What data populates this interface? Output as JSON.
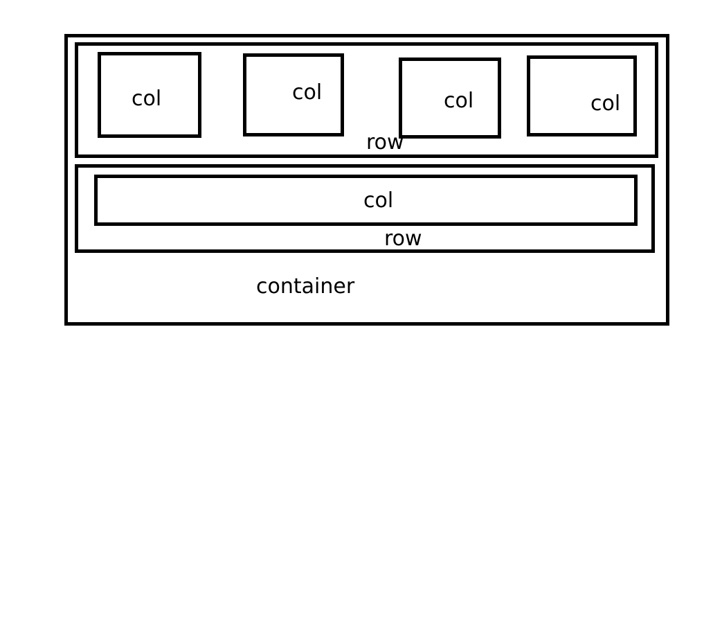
{
  "diagram": {
    "container": {
      "label": "container"
    },
    "rows": [
      {
        "label": "row",
        "cols": [
          {
            "label": "col"
          },
          {
            "label": "col"
          },
          {
            "label": "col"
          },
          {
            "label": "col"
          }
        ]
      },
      {
        "label": "row",
        "cols": [
          {
            "label": "col"
          }
        ]
      }
    ]
  }
}
